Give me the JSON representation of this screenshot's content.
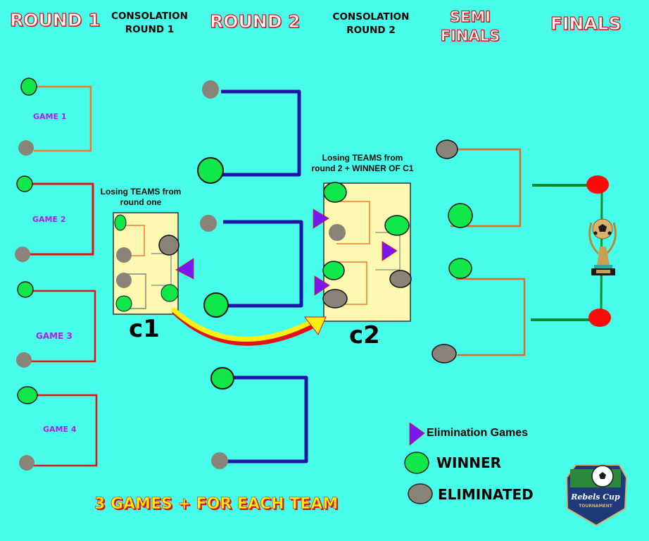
{
  "headers": {
    "round1": "ROUND 1",
    "consolation1": "CONSOLATION\nROUND 1",
    "round2": "ROUND 2",
    "consolation2": "CONSOLATION\nROUND 2",
    "semi": "SEMI",
    "semi2": "FINALS",
    "finals": "FINALS"
  },
  "games": [
    "GAME 1",
    "GAME 2",
    "GAME 3",
    "GAME 4"
  ],
  "notes": {
    "c1": "Losing TEAMS from\nround one",
    "c2": "Losing TEAMS from\nround 2 + WINNER OF C1"
  },
  "boxes": {
    "c1": "c1",
    "c2": "c2"
  },
  "legend": {
    "elimination": "Elimination Games",
    "winner": "WINNER",
    "eliminated": "ELIMINATED"
  },
  "footer": "3 GAMES + FOR EACH TEAM",
  "logo": {
    "line1": "Rebels Cup",
    "line2": "TOURNAMENT"
  },
  "colors": {
    "background": "#47fde9",
    "winner": "#10e84a",
    "eliminated": "#8a8378",
    "elimination_marker": "#7a16f0",
    "finalist": "#ff0a0a",
    "round1_line_a": "#f07a2a",
    "round1_line_b": "#e0121b",
    "round2_line": "#1e15a8",
    "final_line": "#0a8a2a"
  }
}
